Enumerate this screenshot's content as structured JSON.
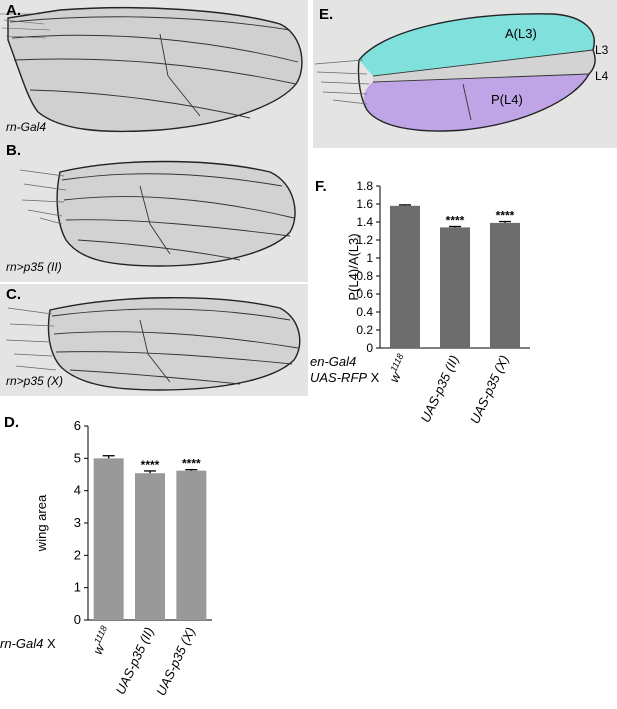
{
  "panels": {
    "a": {
      "letter": "A.",
      "genotype": "rn-Gal4"
    },
    "b": {
      "letter": "B.",
      "genotype": "rn>p35 (II)"
    },
    "c": {
      "letter": "C.",
      "genotype": "rn>p35 (X)"
    },
    "e": {
      "letter": "E.",
      "label_anterior": "A(L3)",
      "label_posterior": "P(L4)",
      "label_l3": "L3",
      "label_l4": "L4",
      "colors": {
        "anterior": "#7fe0dc",
        "posterior": "#bfa5e6"
      }
    }
  },
  "chart_data": [
    {
      "panel": "D.",
      "type": "bar",
      "categories": [
        "w1118",
        "UAS-p35 (II)",
        "UAS-p35 (X)"
      ],
      "category_labels": [
        {
          "main": "w",
          "sup": "1118"
        },
        {
          "main": "UAS-p35 (II)"
        },
        {
          "main": "UAS-p35 (X)"
        }
      ],
      "values": [
        5.0,
        4.54,
        4.62
      ],
      "errors": [
        0.08,
        0.07,
        0.03
      ],
      "significance": [
        "",
        "****",
        "****"
      ],
      "ylabel": "wing area",
      "ylim": [
        0,
        6
      ],
      "yticks": [
        0,
        1,
        2,
        3,
        4,
        5,
        6
      ],
      "cross_label": {
        "driver": "rn-Gal4",
        "suffix": "X"
      },
      "bar_color": "#999999"
    },
    {
      "panel": "F.",
      "type": "bar",
      "categories": [
        "w1118",
        "UAS-p35 (II)",
        "UAS-p35 (X)"
      ],
      "category_labels": [
        {
          "main": "w",
          "sup": "1118"
        },
        {
          "main": "UAS-p35 (II)"
        },
        {
          "main": "UAS-p35 (X)"
        }
      ],
      "values": [
        1.58,
        1.34,
        1.39
      ],
      "errors": [
        0.01,
        0.01,
        0.015
      ],
      "significance": [
        "",
        "****",
        "****"
      ],
      "ylabel": "P(L4)/A(L3)",
      "ylim": [
        0,
        1.8
      ],
      "yticks": [
        "0",
        "0.2",
        "0.4",
        "0.6",
        "0.8",
        "1",
        "1.2",
        "1.4",
        "1.6",
        "1.8"
      ],
      "cross_label": {
        "line1": "en-Gal4",
        "line2": "UAS-RFP",
        "suffix": "X"
      },
      "bar_color": "#6d6d6d"
    }
  ]
}
